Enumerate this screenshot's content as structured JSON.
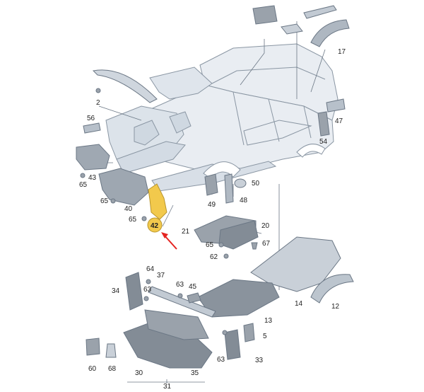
{
  "diagram": {
    "highlight_color": "#f2c94c",
    "pointer_color": "#e52421",
    "callouts": [
      {
        "id": "c2",
        "text": "2"
      },
      {
        "id": "c5",
        "text": "5"
      },
      {
        "id": "c12",
        "text": "12"
      },
      {
        "id": "c13",
        "text": "13"
      },
      {
        "id": "c14",
        "text": "14"
      },
      {
        "id": "c17",
        "text": "17"
      },
      {
        "id": "c20",
        "text": "20"
      },
      {
        "id": "c21",
        "text": "21"
      },
      {
        "id": "c30",
        "text": "30"
      },
      {
        "id": "c31",
        "text": "31"
      },
      {
        "id": "c33",
        "text": "33"
      },
      {
        "id": "c34",
        "text": "34"
      },
      {
        "id": "c35",
        "text": "35"
      },
      {
        "id": "c37",
        "text": "37"
      },
      {
        "id": "c40",
        "text": "40"
      },
      {
        "id": "c42",
        "text": "42",
        "highlight": true
      },
      {
        "id": "c43",
        "text": "43"
      },
      {
        "id": "c45",
        "text": "45"
      },
      {
        "id": "c47",
        "text": "47"
      },
      {
        "id": "c48",
        "text": "48"
      },
      {
        "id": "c49",
        "text": "49"
      },
      {
        "id": "c50",
        "text": "50"
      },
      {
        "id": "c54",
        "text": "54"
      },
      {
        "id": "c56",
        "text": "56"
      },
      {
        "id": "c60",
        "text": "60"
      },
      {
        "id": "c62",
        "text": "62"
      },
      {
        "id": "c63a",
        "text": "63"
      },
      {
        "id": "c63b",
        "text": "63"
      },
      {
        "id": "c63c",
        "text": "63"
      },
      {
        "id": "c64",
        "text": "64"
      },
      {
        "id": "c65a",
        "text": "65"
      },
      {
        "id": "c65b",
        "text": "65"
      },
      {
        "id": "c65c",
        "text": "65"
      },
      {
        "id": "c65d",
        "text": "65"
      },
      {
        "id": "c67",
        "text": "67"
      },
      {
        "id": "c68",
        "text": "68"
      }
    ]
  }
}
